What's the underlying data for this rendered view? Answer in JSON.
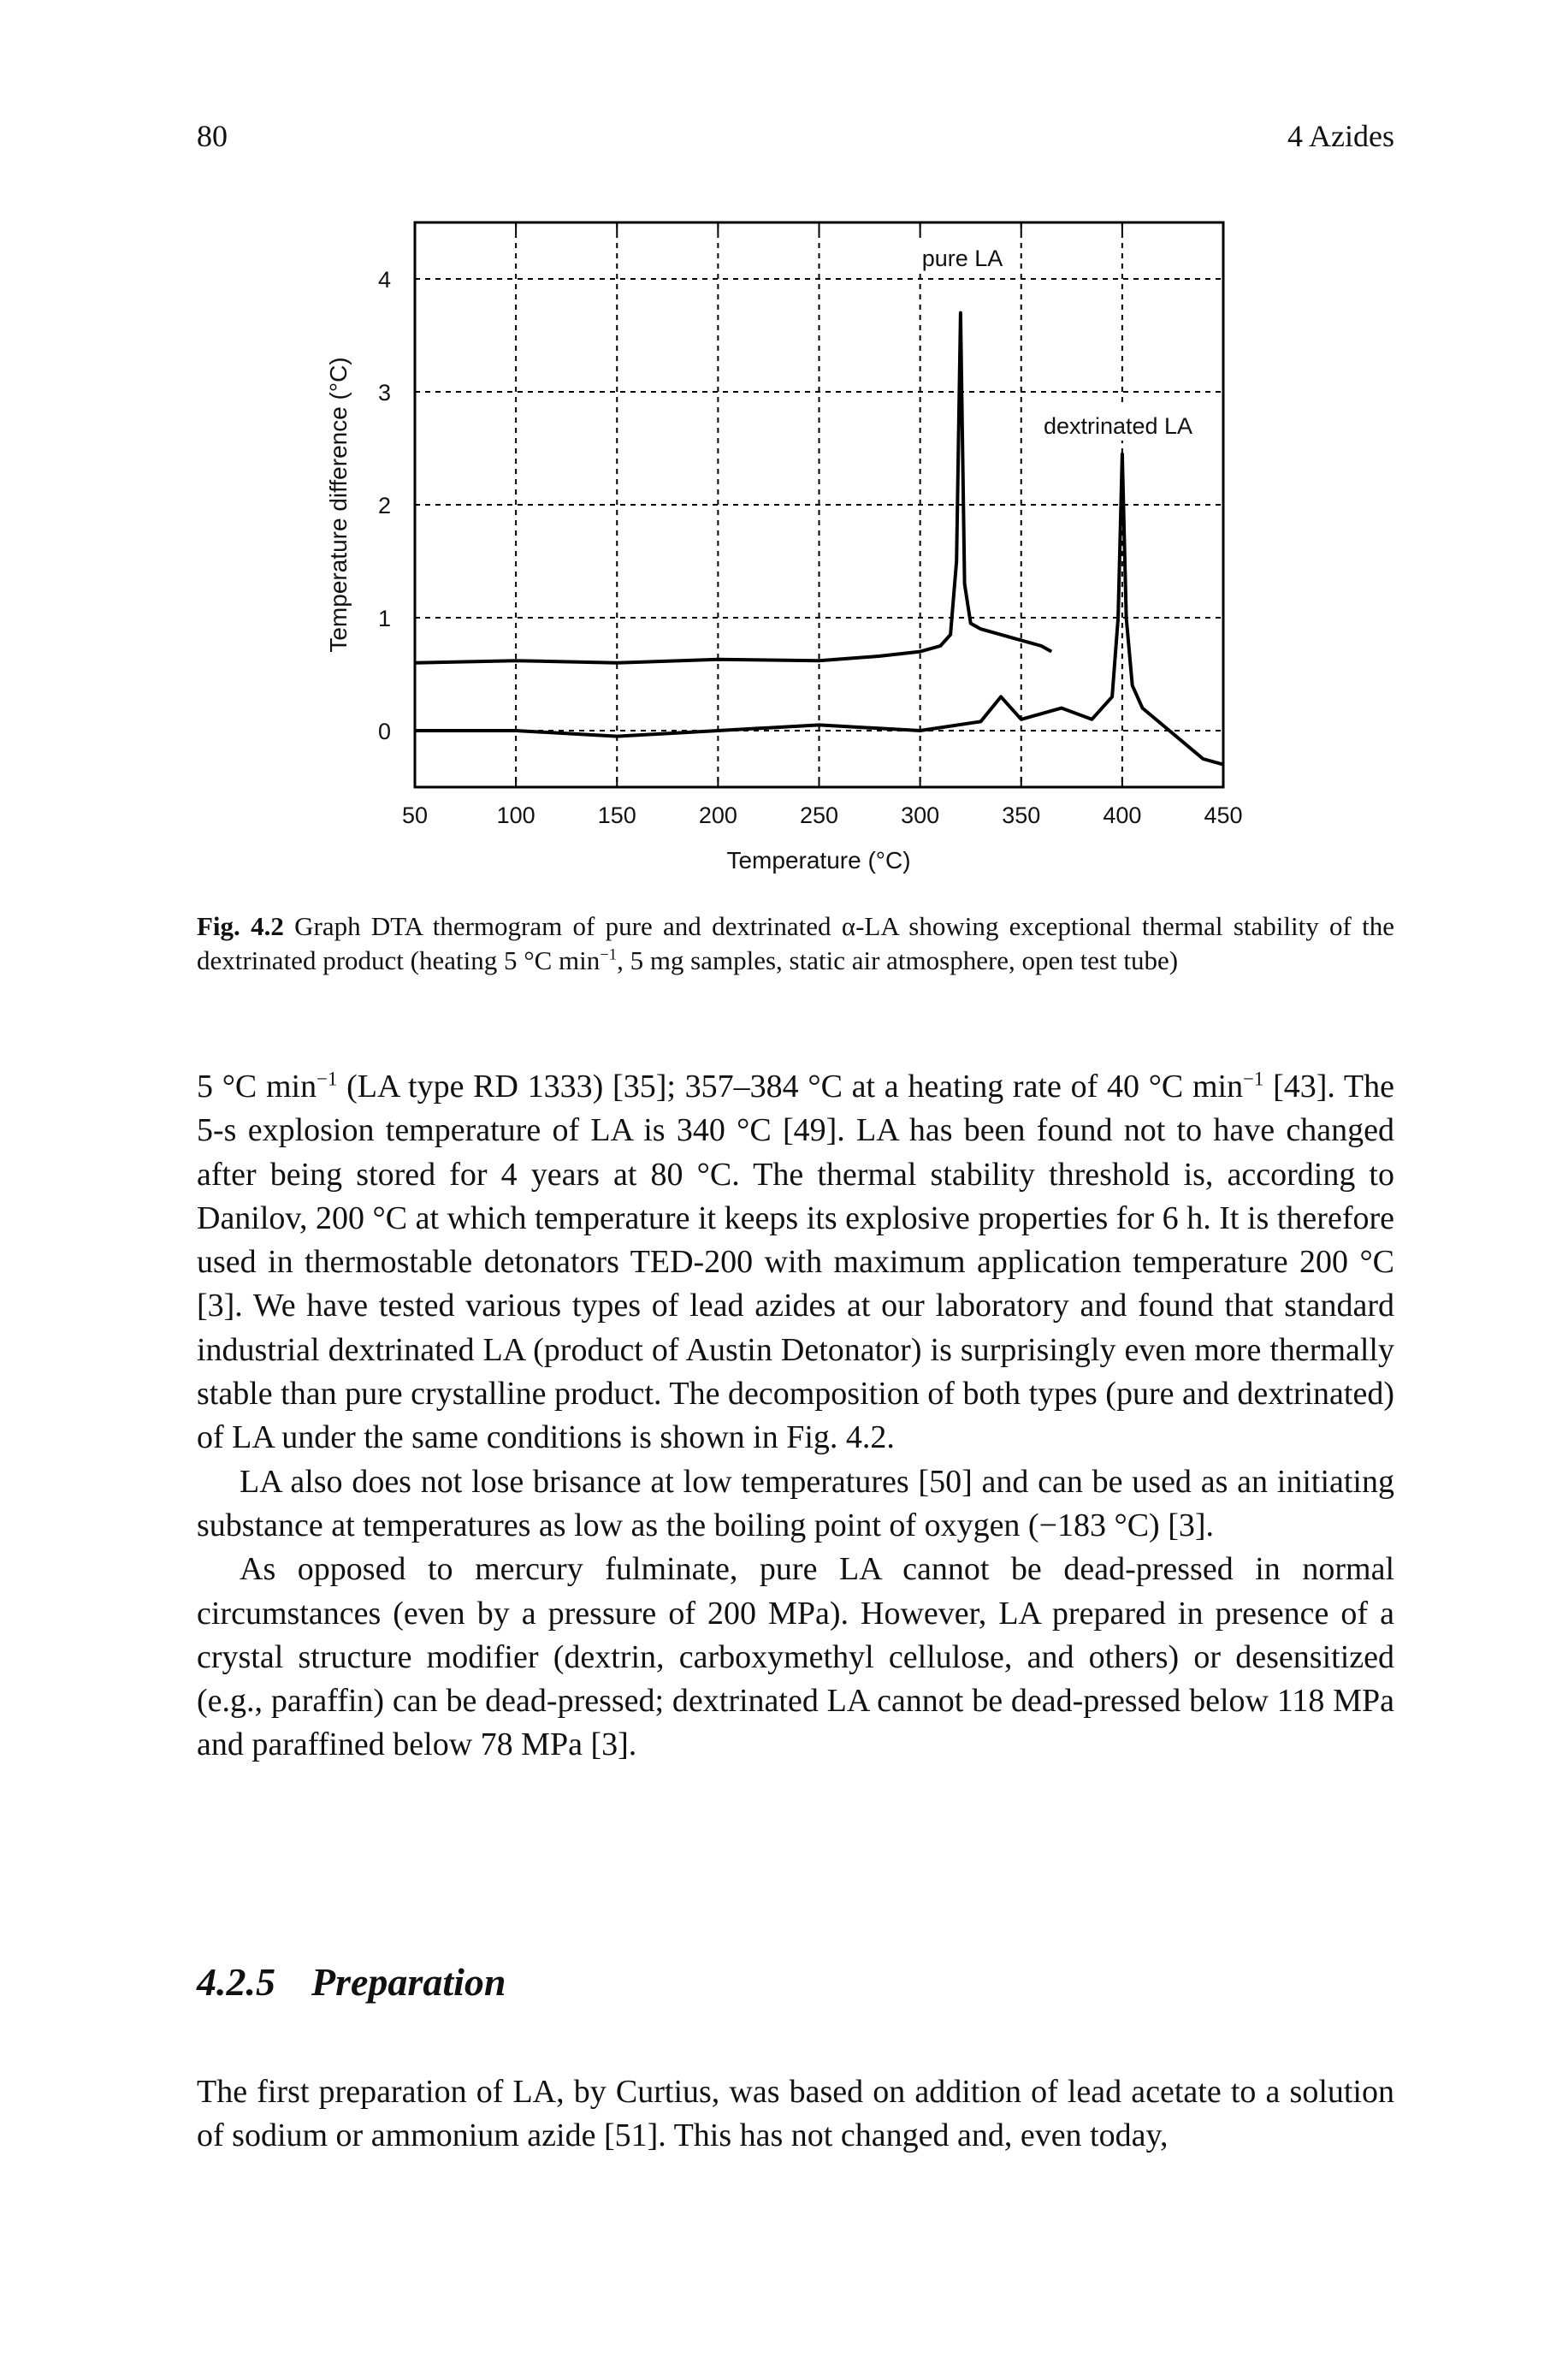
{
  "header": {
    "page_number": "80",
    "chapter": "4 Azides"
  },
  "figure": {
    "label": "Fig. 4.2",
    "caption_parts": [
      "Graph DTA thermogram of pure and dextrinated α-LA showing exceptional thermal stability of the dextrinated product (heating 5 °C min",
      "−1",
      ", 5 mg samples, static air atmosphere, open test tube)"
    ]
  },
  "chart_data": {
    "type": "line",
    "xlabel": "Temperature (°C)",
    "ylabel": "Temperature difference (°C)",
    "xlim": [
      50,
      450
    ],
    "ylim": [
      -0.5,
      4.5
    ],
    "x_ticks": [
      "50",
      "100",
      "150",
      "200",
      "250",
      "300",
      "350",
      "400",
      "450"
    ],
    "y_ticks": [
      "0",
      "1",
      "2",
      "3",
      "4"
    ],
    "grid": true,
    "annotations": [
      "pure LA",
      "dextrinated LA"
    ],
    "series": [
      {
        "x": [
          50,
          100,
          150,
          200,
          250,
          280,
          300,
          310,
          315,
          318,
          320,
          322,
          325,
          330,
          340,
          350,
          360,
          365
        ],
        "y": [
          0.6,
          0.62,
          0.6,
          0.63,
          0.62,
          0.66,
          0.7,
          0.75,
          0.85,
          1.5,
          3.7,
          1.3,
          0.95,
          0.9,
          0.85,
          0.8,
          0.75,
          0.7
        ]
      },
      {
        "x": [
          50,
          100,
          150,
          200,
          250,
          300,
          330,
          340,
          350,
          360,
          370,
          385,
          395,
          398,
          400,
          402,
          405,
          410,
          420,
          430,
          440,
          450
        ],
        "y": [
          0.0,
          0.0,
          -0.05,
          0.0,
          0.05,
          0.0,
          0.08,
          0.3,
          0.1,
          0.15,
          0.2,
          0.1,
          0.3,
          1.0,
          2.45,
          1.0,
          0.4,
          0.2,
          0.05,
          -0.1,
          -0.25,
          -0.3
        ]
      }
    ]
  },
  "paragraphs": [
    [
      "5 °C min",
      "−1",
      " (LA type RD 1333) [35]; 357–384 °C at a heating rate of 40 °C min",
      "−1",
      " [43]. The 5-s explosion temperature of LA is 340 °C [49]. LA has been found not to have changed after being stored for 4 years at 80 °C. The thermal stability threshold is, according to Danilov, 200 °C at which temperature it keeps its explosive properties for 6 h. It is therefore used in thermostable detonators TED-200 with maximum application temperature 200 °C [3]. We have tested various types of lead azides at our laboratory and found that standard industrial dextrinated LA (product of Austin Detonator) is surprisingly even more thermally stable than pure crystalline product. The decomposition of both types (pure and dextrinated) of LA under the same conditions is shown in Fig. 4.2."
    ],
    "LA also does not lose brisance at low temperatures [50] and can be used as an initiating substance at temperatures as low as the boiling point of oxygen (−183 °C) [3].",
    "As opposed to mercury fulminate, pure LA cannot be dead-pressed in normal circumstances (even by a pressure of 200 MPa). However, LA prepared in presence of a crystal structure modifier (dextrin, carboxymethyl cellulose, and others) or desensitized (e.g., paraffin) can be dead-pressed; dextrinated LA cannot be dead-pressed below 118 MPa and paraffined below 78 MPa [3]."
  ],
  "section": {
    "number": "4.2.5",
    "title": "Preparation",
    "text": "The first preparation of LA, by Curtius, was based on addition of lead acetate to a solution of sodium or ammonium azide [51]. This has not changed and, even today,"
  }
}
